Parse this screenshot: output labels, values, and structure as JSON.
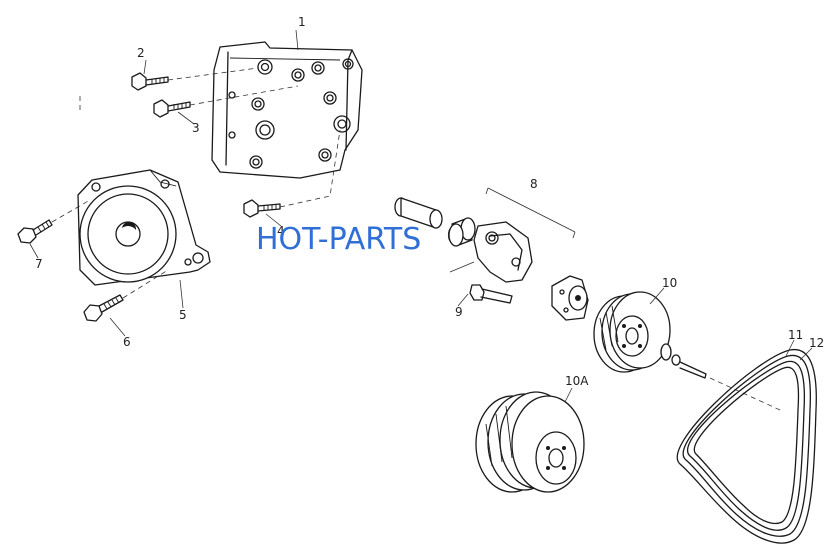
{
  "watermark": "HOT-PARTS",
  "callouts": [
    "1",
    "2",
    "3",
    "4",
    "5",
    "6",
    "7",
    "8",
    "9",
    "10",
    "10A",
    "11",
    "12"
  ]
}
